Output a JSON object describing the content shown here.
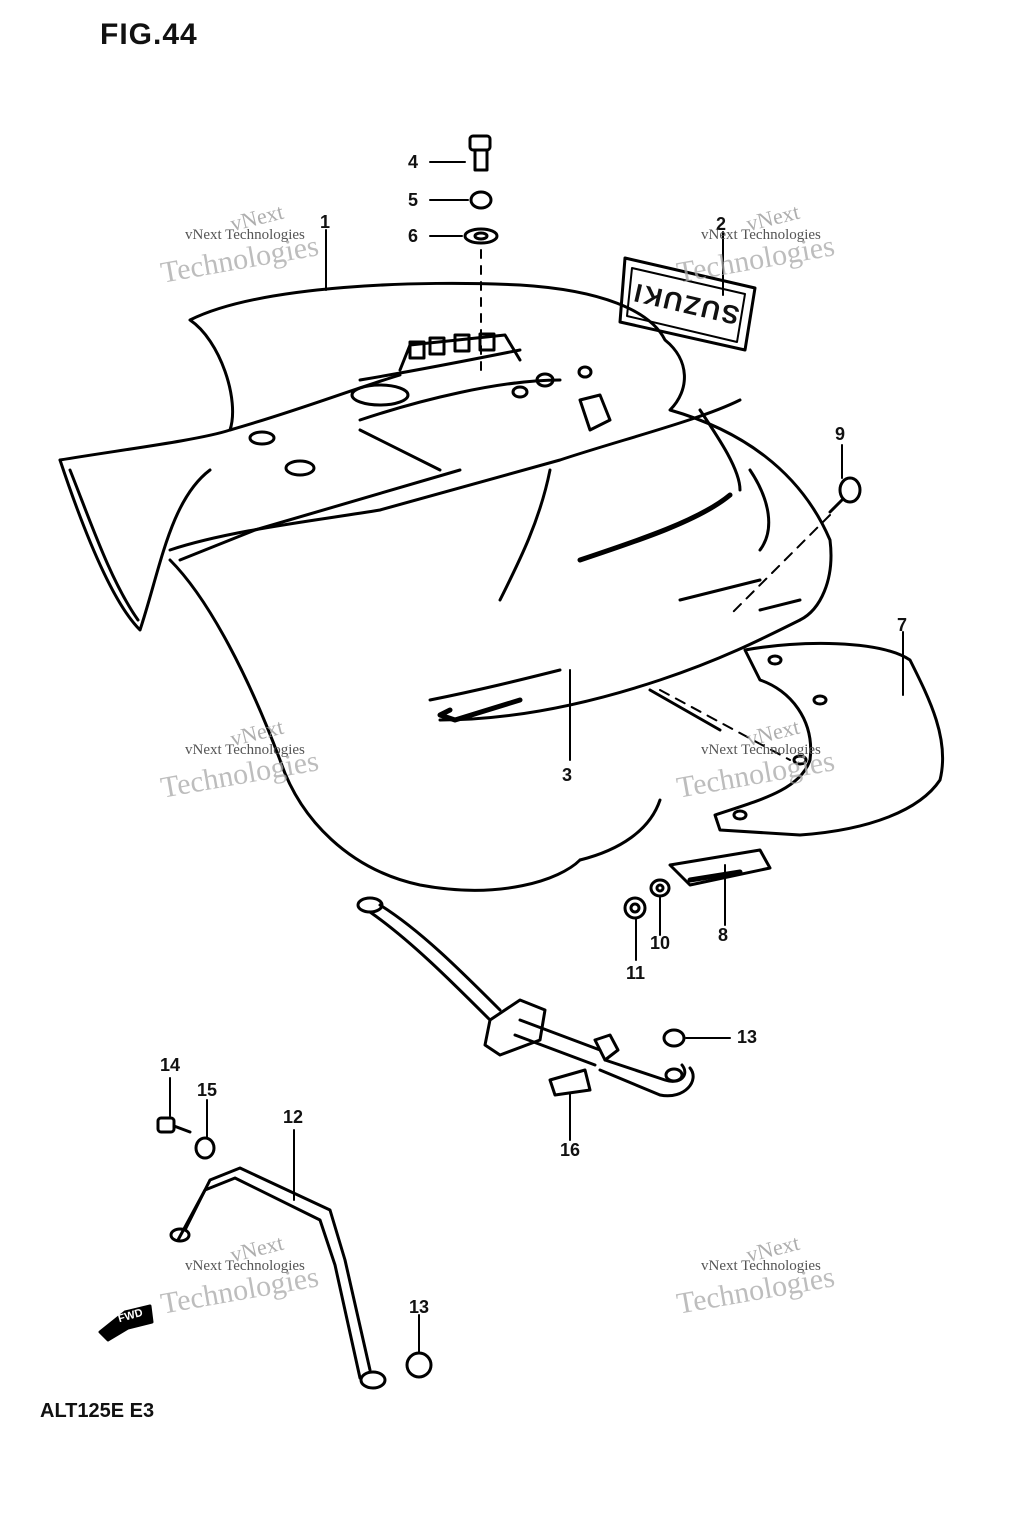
{
  "figure": {
    "title": "FIG.44",
    "model": "ALT125E E3"
  },
  "decal_text": "SUZUKI",
  "fwd_label": "FWD",
  "watermark": {
    "top": "vNext",
    "middle": "vNext Technologies",
    "bottom": "Technologies"
  },
  "callouts": [
    "1",
    "2",
    "3",
    "4",
    "5",
    "6",
    "7",
    "8",
    "9",
    "10",
    "11",
    "12",
    "13",
    "14",
    "15",
    "16",
    "13"
  ]
}
